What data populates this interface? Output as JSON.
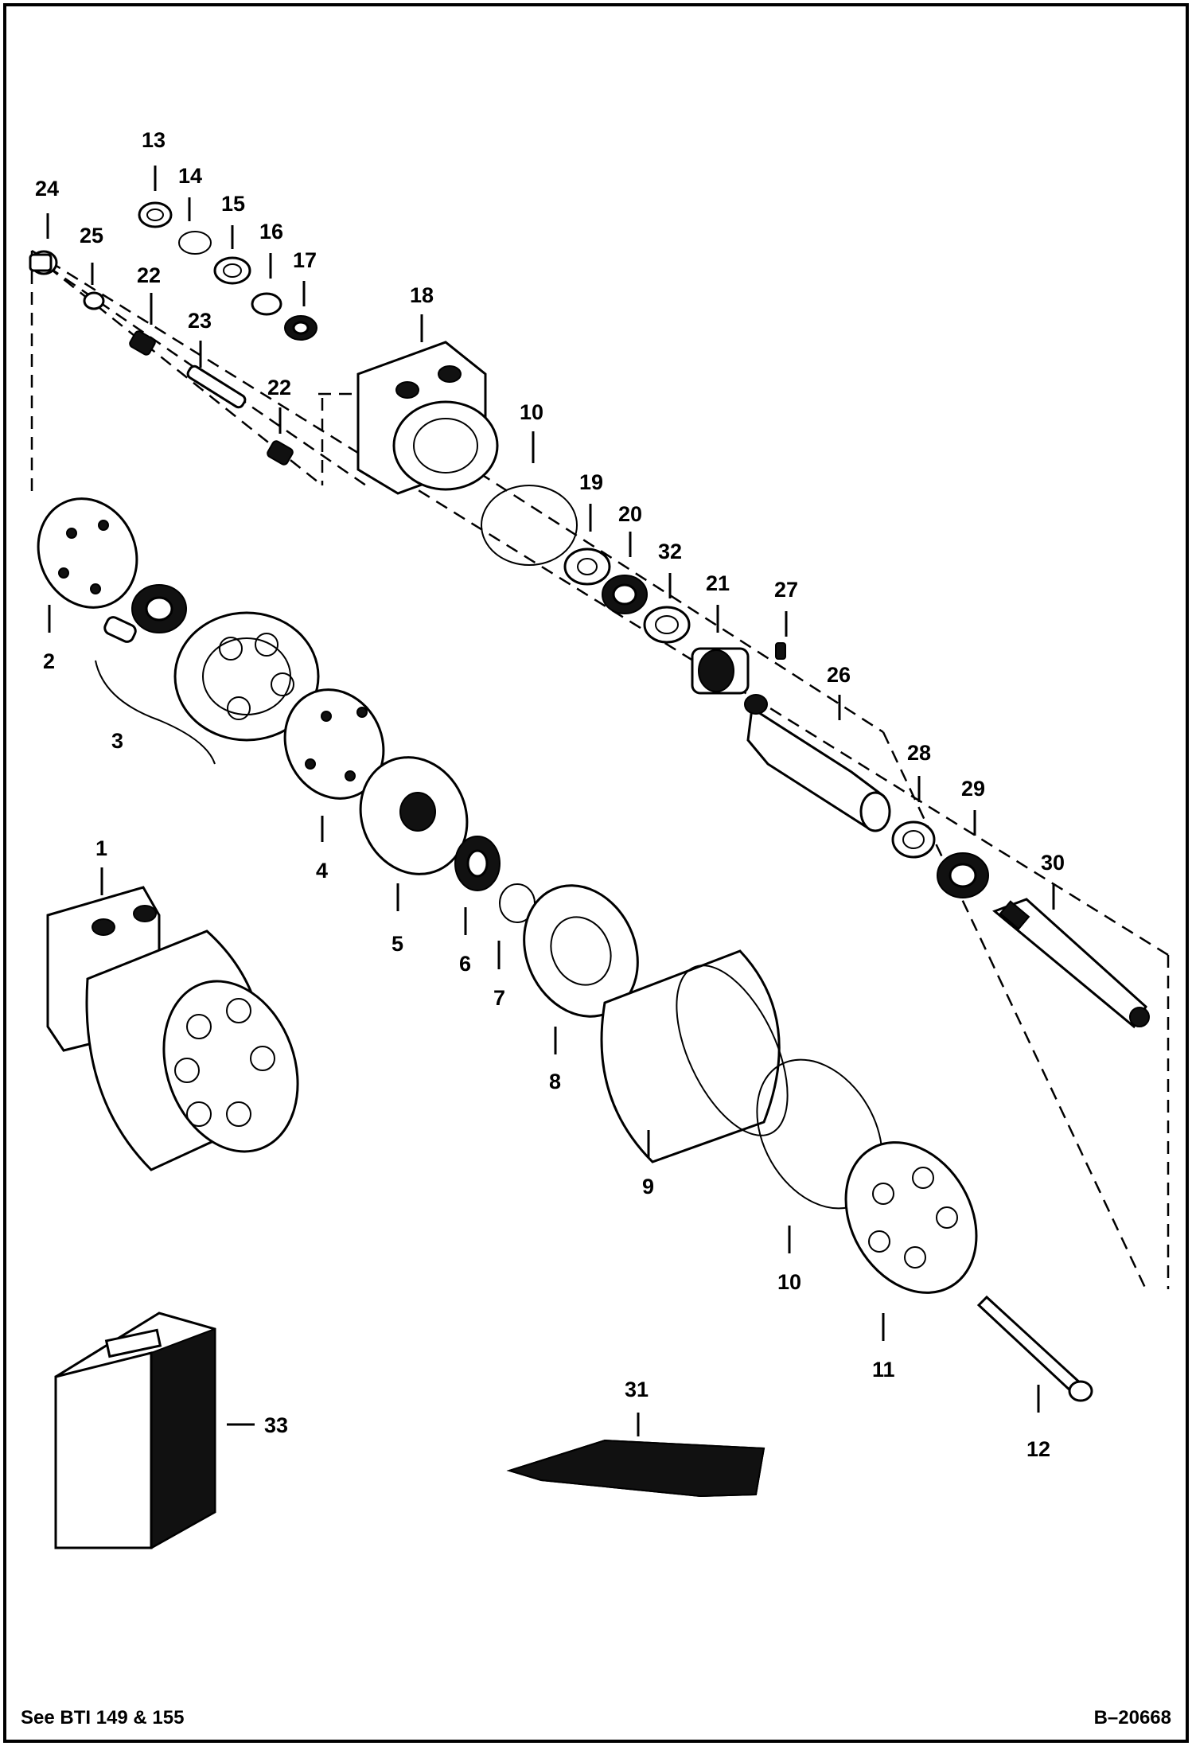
{
  "diagram": {
    "drawing_number": "B–20668",
    "reference_note": "See BTI 149 & 155",
    "callouts": [
      "1",
      "2",
      "3",
      "4",
      "5",
      "6",
      "7",
      "8",
      "9",
      "10",
      "10",
      "11",
      "12",
      "13",
      "14",
      "15",
      "16",
      "17",
      "18",
      "19",
      "20",
      "21",
      "22",
      "22",
      "23",
      "24",
      "25",
      "26",
      "27",
      "28",
      "29",
      "30",
      "31",
      "32",
      "33"
    ]
  }
}
